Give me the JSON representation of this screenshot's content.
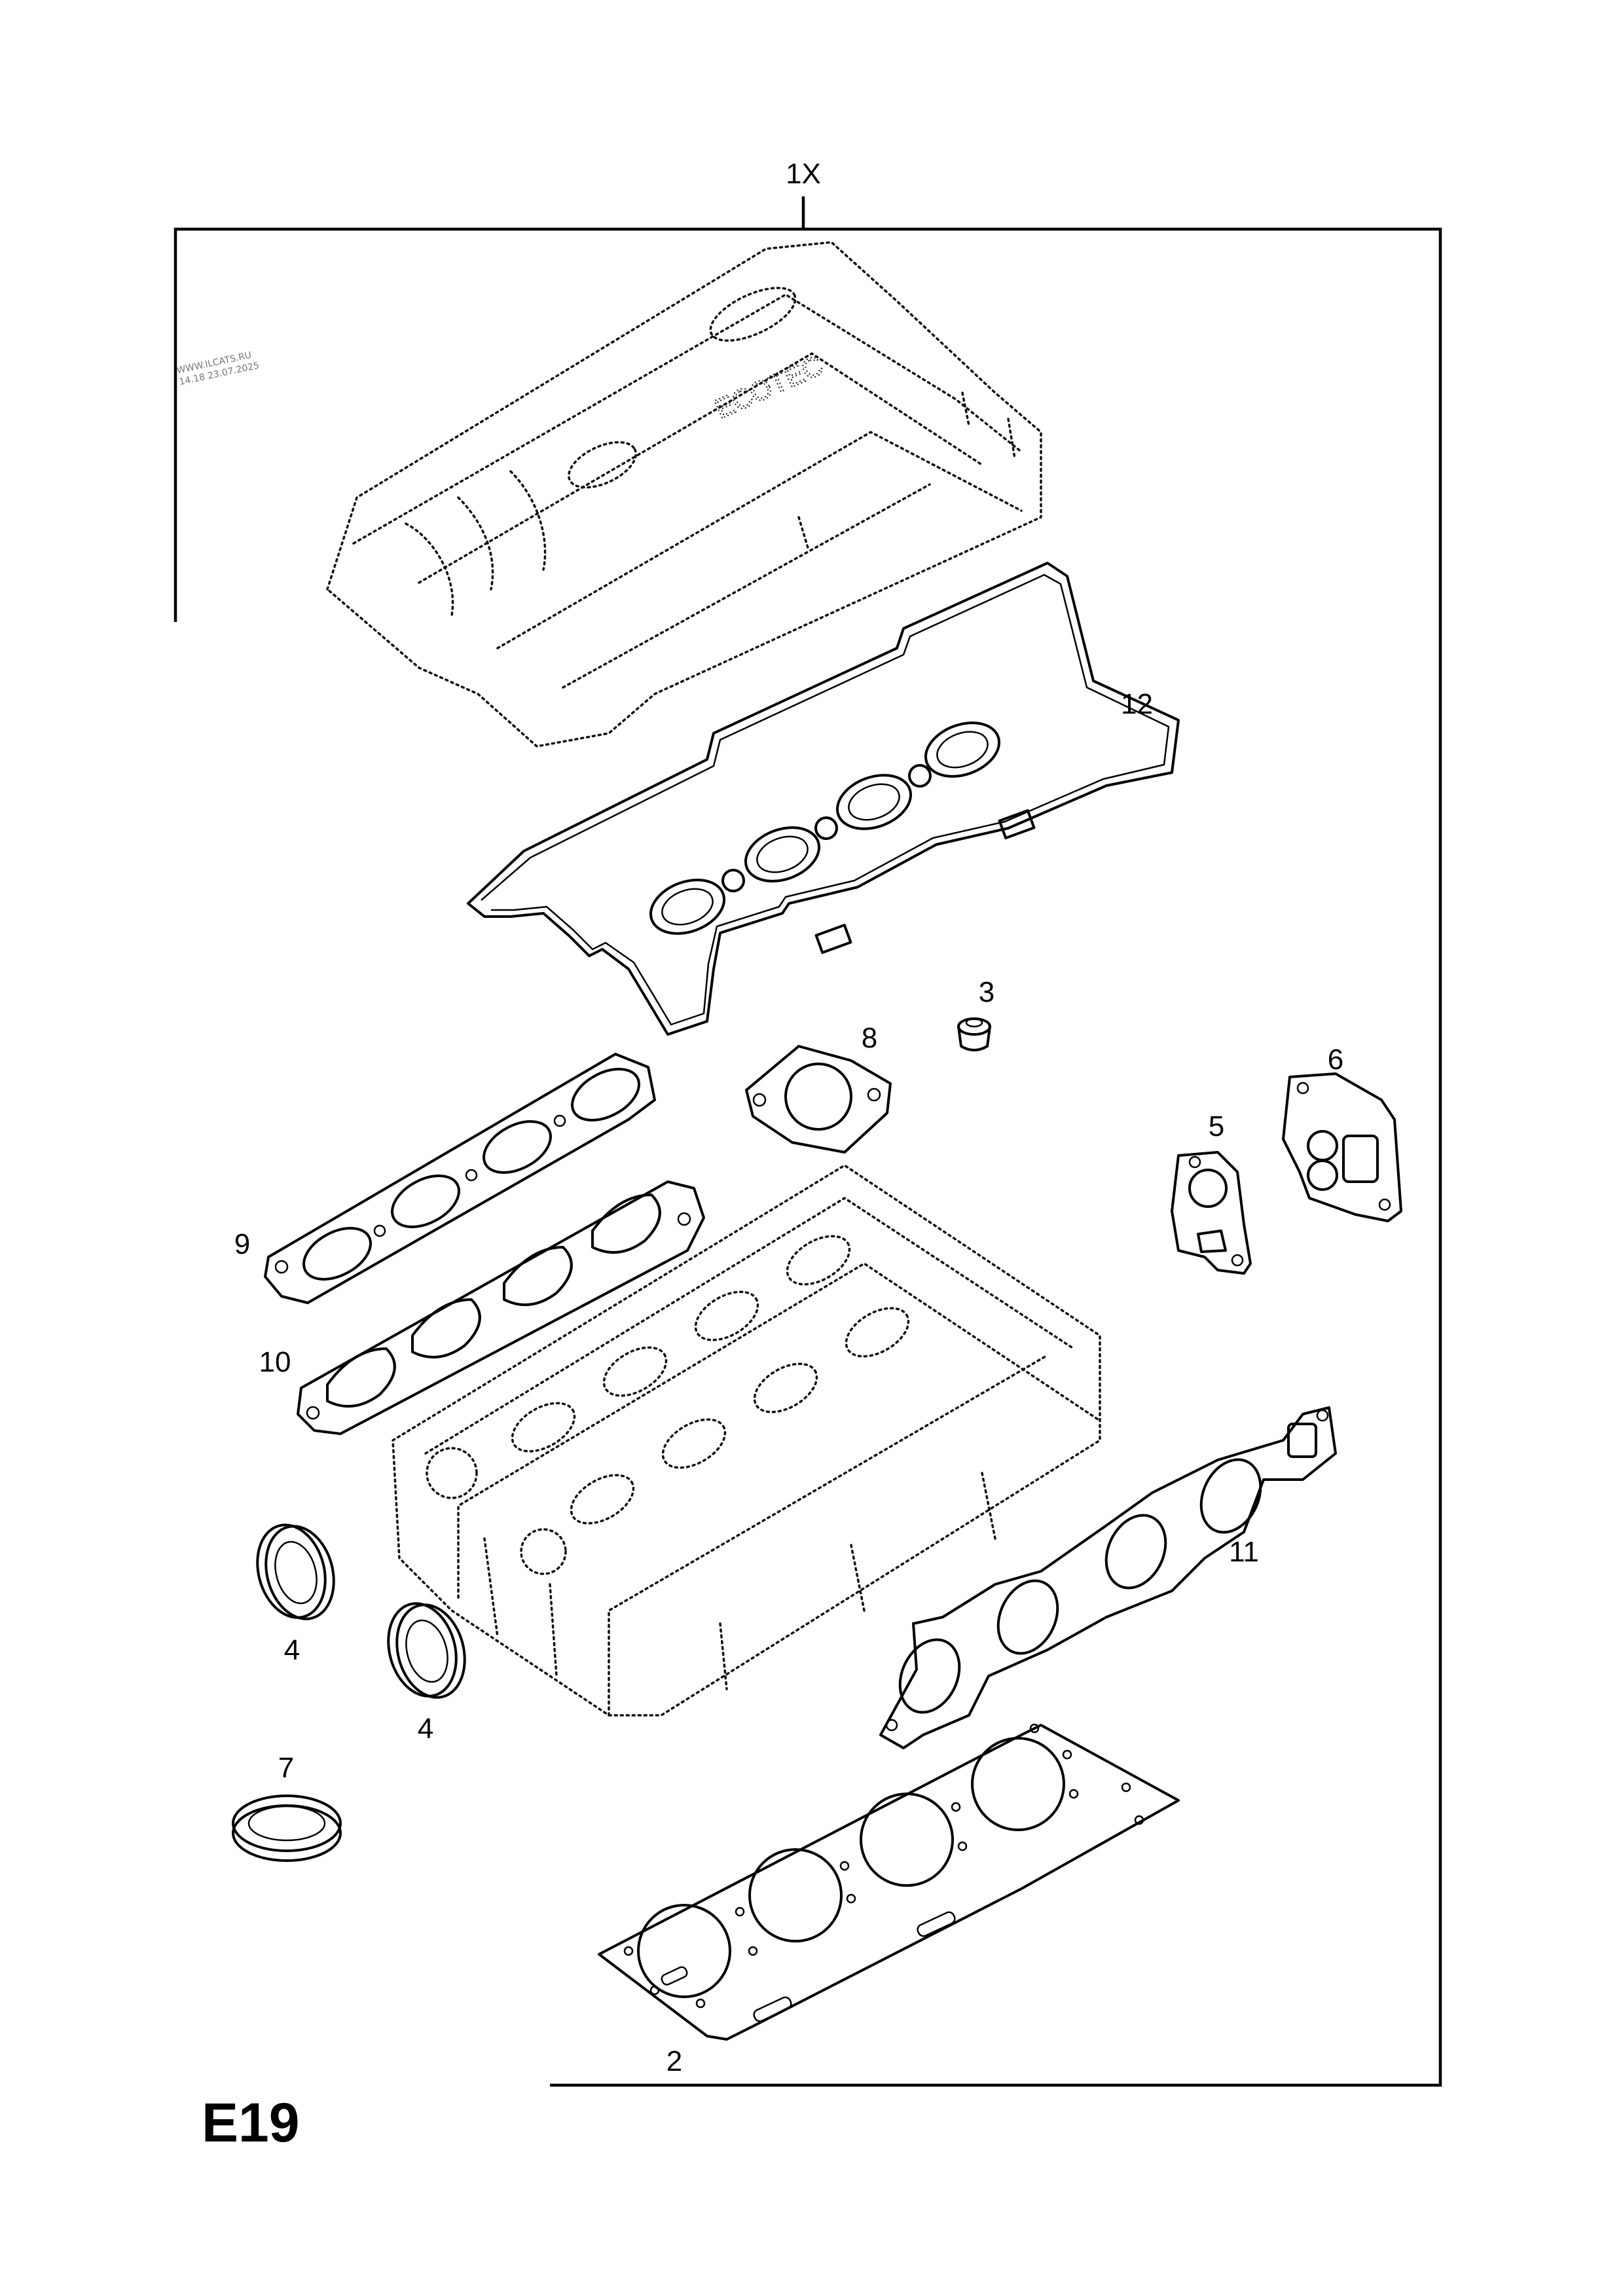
{
  "page_code": "E19",
  "watermark": {
    "line1": "WWW.ILCATS.RU",
    "line2": "14.18 23.07.2025"
  },
  "valve_cover_logo": "ECOTEC",
  "kit_label": "1X",
  "callouts": {
    "c2": "2",
    "c3": "3",
    "c4a": "4",
    "c4b": "4",
    "c5": "5",
    "c6": "6",
    "c7": "7",
    "c8": "8",
    "c9": "9",
    "c10": "10",
    "c11": "11",
    "c12": "12"
  }
}
